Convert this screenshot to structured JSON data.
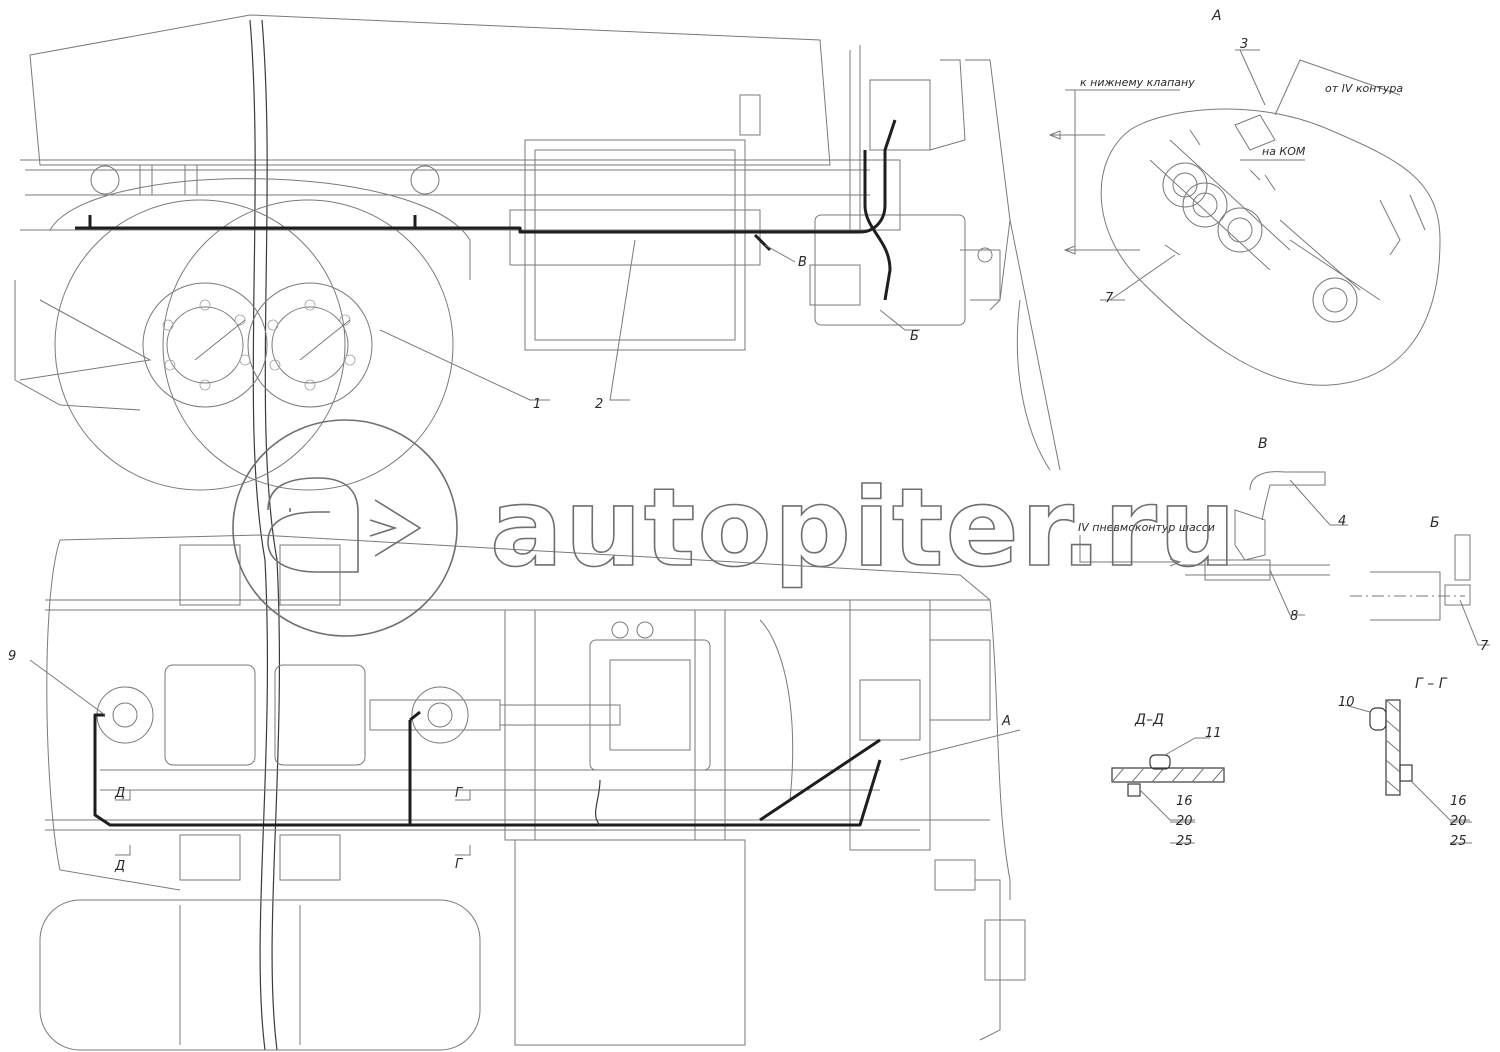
{
  "watermark": {
    "text": "autopiter.ru"
  },
  "views": {
    "A": {
      "title": "А",
      "callouts": [
        "3",
        "7"
      ],
      "notes": [
        "к нижнему клапану",
        "от IV контура",
        "на КОМ"
      ]
    },
    "B": {
      "title": "В",
      "callouts": [
        "4",
        "8"
      ],
      "notes": [
        "IV пневмоконтур шасси"
      ]
    },
    "Bb": {
      "title": "Б",
      "callouts": [
        "7"
      ]
    },
    "GG": {
      "title": "Г – Г",
      "callouts": [
        "10",
        "16",
        "20",
        "25"
      ]
    },
    "DD": {
      "title": "Д–Д",
      "callouts": [
        "11",
        "16",
        "20",
        "25"
      ]
    }
  },
  "main_callouts": {
    "c1": "1",
    "c2": "2",
    "c9": "9",
    "ref_V": "В",
    "ref_B": "Б",
    "ref_A": "А",
    "sec_D1": "Д",
    "sec_D2": "Д",
    "sec_G1": "Г",
    "sec_G2": "Г"
  }
}
